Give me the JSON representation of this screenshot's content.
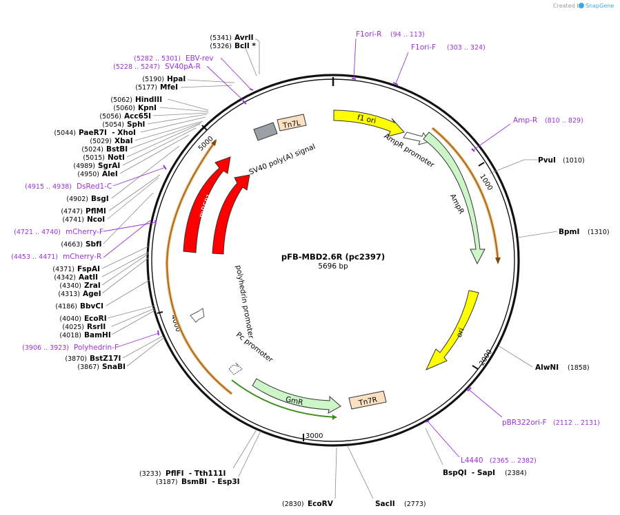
{
  "watermark": {
    "text": "Created by",
    "brand": "SnapGene"
  },
  "plasmid": {
    "name": "pFB-MBD2.6R (pc2397)",
    "size": "5696 bp"
  },
  "ticks": [
    "1000",
    "2000",
    "3000",
    "4000",
    "5000"
  ],
  "enzymes_right": [
    {
      "name": "PvuI",
      "pos": "(1010)"
    },
    {
      "name": "BpmI",
      "pos": "(1310)"
    },
    {
      "name": "AlwNI",
      "pos": "(1858)"
    },
    {
      "name": "BspQI  - SapI",
      "pos": "(2384)"
    },
    {
      "name": "SacII",
      "pos": "(2773)"
    },
    {
      "name": "EcoRV",
      "pos": "(2830)"
    },
    {
      "name": "PflFI  - Tth111I",
      "pos": "(3233)"
    },
    {
      "name": "BsmBI  - Esp3I",
      "pos": "(3187)"
    }
  ],
  "enzymes_left": [
    {
      "name": "AvrII",
      "pos": "(5341)"
    },
    {
      "name": "BclI *",
      "pos": "(5326)"
    },
    {
      "name": "HpaI",
      "pos": "(5190)"
    },
    {
      "name": "MfeI",
      "pos": "(5177)"
    },
    {
      "name": "HindIII",
      "pos": "(5062)"
    },
    {
      "name": "KpnI",
      "pos": "(5060)"
    },
    {
      "name": "Acc65I",
      "pos": "(5056)"
    },
    {
      "name": "SphI",
      "pos": "(5054)"
    },
    {
      "name": "PaeR7I  - XhoI",
      "pos": "(5044)"
    },
    {
      "name": "XbaI",
      "pos": "(5029)"
    },
    {
      "name": "BstBI",
      "pos": "(5024)"
    },
    {
      "name": "NotI",
      "pos": "(5015)"
    },
    {
      "name": "SgrAI",
      "pos": "(4989)"
    },
    {
      "name": "AleI",
      "pos": "(4950)"
    },
    {
      "name": "BsgI",
      "pos": "(4902)"
    },
    {
      "name": "PflMI",
      "pos": "(4747)"
    },
    {
      "name": "NcoI",
      "pos": "(4741)"
    },
    {
      "name": "SbfI",
      "pos": "(4663)"
    },
    {
      "name": "FspAI",
      "pos": "(4371)"
    },
    {
      "name": "AatII",
      "pos": "(4342)"
    },
    {
      "name": "ZraI",
      "pos": "(4340)"
    },
    {
      "name": "AgeI",
      "pos": "(4313)"
    },
    {
      "name": "BbvCI",
      "pos": "(4186)"
    },
    {
      "name": "EcoRI",
      "pos": "(4040)"
    },
    {
      "name": "RsrII",
      "pos": "(4025)"
    },
    {
      "name": "BamHI",
      "pos": "(4018)"
    },
    {
      "name": "BstZ17I",
      "pos": "(3870)"
    },
    {
      "name": "SnaBI",
      "pos": "(3867)"
    }
  ],
  "primers": [
    {
      "name": "F1ori-R",
      "range": "(94 .. 113)"
    },
    {
      "name": "F1ori-F",
      "range": "(303 .. 324)"
    },
    {
      "name": "Amp-R",
      "range": "(810 .. 829)"
    },
    {
      "name": "pBR322ori-F",
      "range": "(2112 .. 2131)"
    },
    {
      "name": "L4440",
      "range": "(2365 .. 2382)"
    },
    {
      "name": "Polyhedrin-F",
      "range": "(3906 .. 3923)"
    },
    {
      "name": "mCherry-R",
      "range": "(4453 .. 4471)"
    },
    {
      "name": "mCherry-F",
      "range": "(4721 .. 4740)"
    },
    {
      "name": "DsRed1-C",
      "range": "(4915 .. 4938)"
    },
    {
      "name": "SV40pA-R",
      "range": "(5228 .. 5247)"
    },
    {
      "name": "EBV-rev",
      "range": "(5282 .. 5301)"
    }
  ],
  "features": {
    "f1ori": "f1 ori",
    "ampr_promoter": "AmpR promoter",
    "ampr": "AmpR",
    "ori": "ori",
    "tn7r": "Tn7R",
    "gmr": "GmR",
    "pc_promoter": "Pc promoter",
    "polyhedrin_promoter": "polyhedrin promoter",
    "mrfp1_a": "mRFP1",
    "mrfp1_b": "mRFP1",
    "sv40": "SV40 poly(A) signal",
    "tn7l": "Tn7L"
  },
  "colors": {
    "backbone": "#111111",
    "primer": "#9b30d9",
    "f1ori": "#ffff00",
    "ori": "#ffff00",
    "ampr": "#ccf5c8",
    "gmr": "#ccf5c8",
    "mrfp1": "#ff0000",
    "tn7": "#fce0c2",
    "sv40": "#9aa0a6",
    "orange_track": "#e4a85a",
    "green_track": "#3a8c1a"
  }
}
